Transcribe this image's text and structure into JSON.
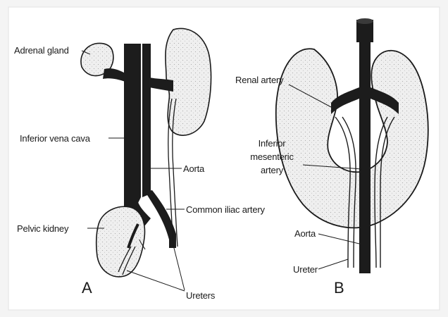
{
  "panel_a": {
    "letter": "A",
    "labels": {
      "adrenal_gland": "Adrenal gland",
      "inferior_vena_cava": "Inferior vena cava",
      "aorta": "Aorta",
      "common_iliac_artery": "Common iliac artery",
      "pelvic_kidney": "Pelvic kidney",
      "ureters": "Ureters"
    }
  },
  "panel_b": {
    "letter": "B",
    "labels": {
      "renal_artery": "Renal artery",
      "inferior_mesenteric_artery": [
        "Inferior",
        "mesenteric",
        "artery"
      ],
      "aorta": "Aorta",
      "ureter": "Ureter"
    }
  },
  "colors": {
    "background": "#f4f4f4",
    "frame": "#ffffff",
    "vessel": "#1c1c1c",
    "organ_fill": "#efefef",
    "ink": "#1a1a1a"
  }
}
